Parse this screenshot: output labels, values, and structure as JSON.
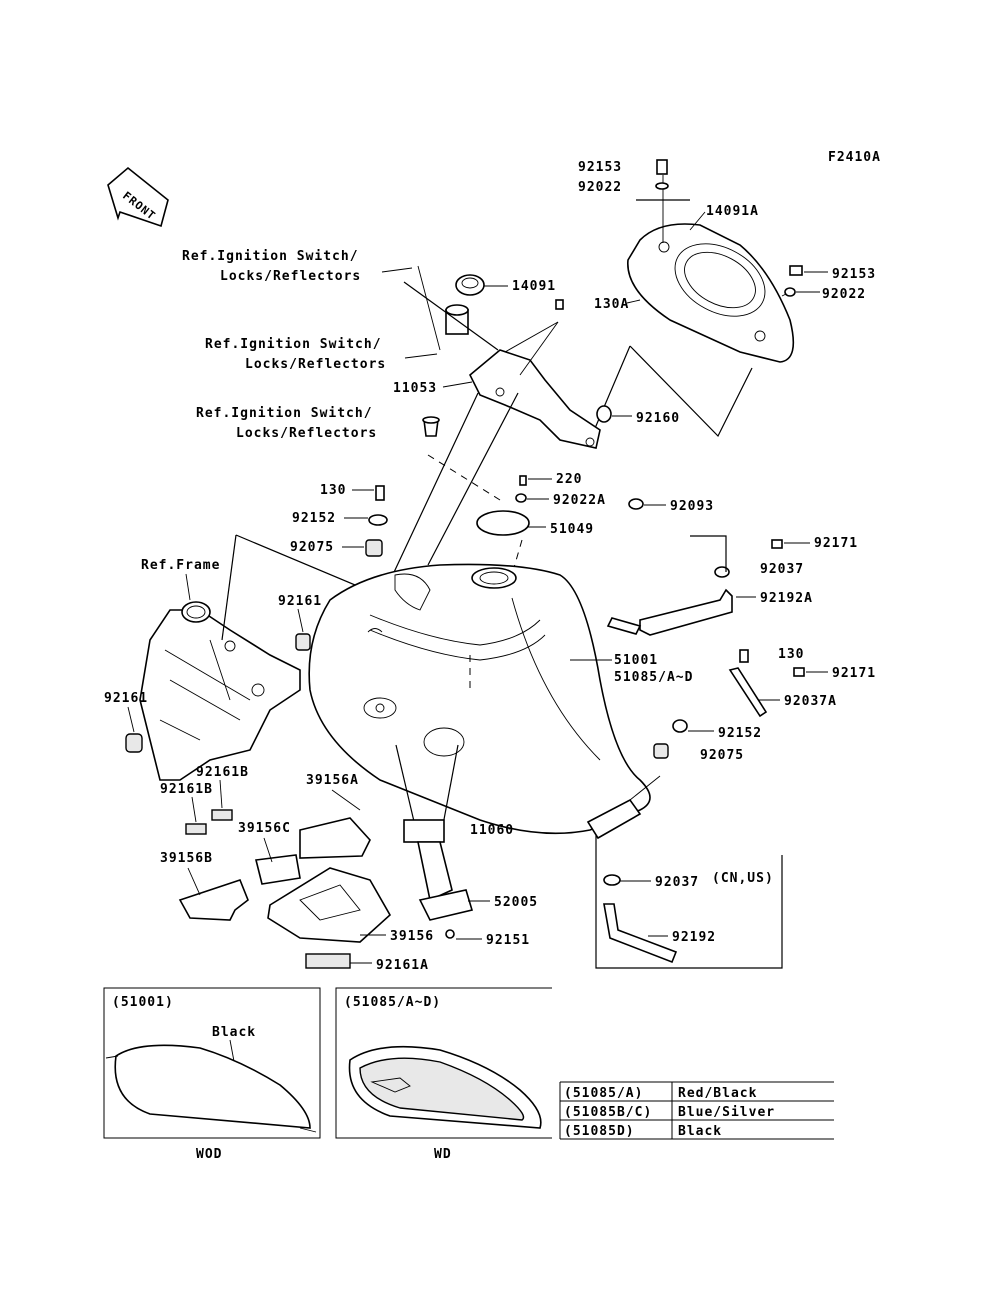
{
  "figure_code": "F2410A",
  "front_label": "FRONT",
  "parts": {
    "p92153_top": "92153",
    "p92022_top": "92022",
    "p14091A": "14091A",
    "p92153_right": "92153",
    "p92022_right": "92022",
    "p130A": "130A",
    "ref_ign_1a": "Ref.Ignition Switch/",
    "ref_ign_1b": "Locks/Reflectors",
    "p14091": "14091",
    "ref_ign_2a": "Ref.Ignition Switch/",
    "ref_ign_2b": "Locks/Reflectors",
    "p11053": "11053",
    "ref_ign_3a": "Ref.Ignition Switch/",
    "ref_ign_3b": "Locks/Reflectors",
    "p92160": "92160",
    "p220": "220",
    "p92022A": "92022A",
    "p92093": "92093",
    "p130_left": "130",
    "p92152_left": "92152",
    "p51049": "51049",
    "p92075_left": "92075",
    "p92171_top": "92171",
    "ref_frame": "Ref.Frame",
    "p92037_top": "92037",
    "p92192A": "92192A",
    "p92161_mid": "92161",
    "p51001": "51001",
    "p51085": "51085/A~D",
    "p130_right": "130",
    "p92171_right": "92171",
    "p92161_left": "92161",
    "p92037A": "92037A",
    "p92152_right": "92152",
    "p92075_right": "92075",
    "p92161B_a": "92161B",
    "p39156A": "39156A",
    "p92161B_b": "92161B",
    "p39156C": "39156C",
    "p11060": "11060",
    "p39156B": "39156B",
    "p92037_bottom": "92037",
    "cn_us": "(CN,US)",
    "p52005": "52005",
    "p92151": "92151",
    "p92192": "92192",
    "p39156": "39156",
    "p92161A": "92161A"
  },
  "inset_left": {
    "title": "(51001)",
    "color_label": "Black",
    "caption": "WOD"
  },
  "inset_right": {
    "title": "(51085/A~D)",
    "caption": "WD"
  },
  "color_table": {
    "rows": [
      {
        "code": "(51085/A)",
        "color": "Red/Black"
      },
      {
        "code": "(51085B/C)",
        "color": "Blue/Silver"
      },
      {
        "code": "(51085D)",
        "color": "Black"
      }
    ]
  }
}
